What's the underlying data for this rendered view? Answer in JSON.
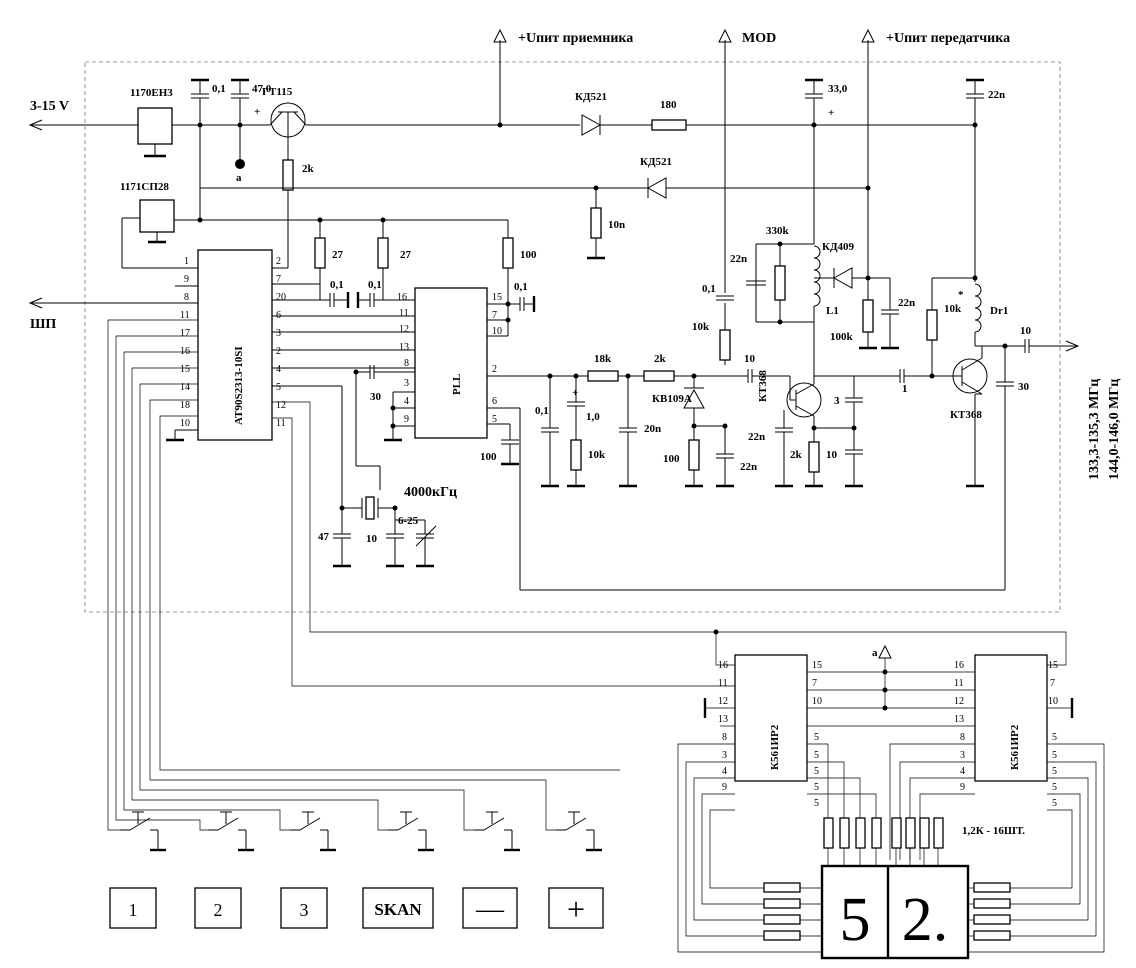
{
  "labels": {
    "rx_supply": "+Uпит  приемника",
    "mod": "MOD",
    "tx_supply": "+Uпит  передатчика",
    "input_voltage": "3-15 V",
    "regulator_1": "1170ЕН3",
    "regulator_2": "1171СП28",
    "transistor_1": "ГТ115",
    "test_point": "а",
    "shp": "ШП",
    "freq_rx": "133,3-135,3 МГц",
    "freq_tx": "144,0-146,0 МГц",
    "crystal": "4000кГц",
    "diode_1": "КД521",
    "diode_2": "КД521",
    "diode_3": "КД409",
    "varicap": "КВ109А",
    "transistor_2": "КТ368",
    "transistor_3": "КТ368",
    "inductor_l1": "L1",
    "choke": "Dr1",
    "resistor_array": "1,2К - 16ШТ.",
    "network_a": "а"
  },
  "mcu": {
    "name": "AT90S2313-10SI",
    "left_pins": [
      "1",
      "9",
      "8",
      "11",
      "17",
      "16",
      "15",
      "14",
      "18",
      "10"
    ],
    "right_pins": [
      "2",
      "7",
      "20",
      "6",
      "3",
      "2",
      "4",
      "5",
      "12",
      "11"
    ]
  },
  "pll": {
    "name": "PLL",
    "left_pins": [
      "16",
      "11",
      "12",
      "13",
      "8",
      "3",
      "4",
      "9"
    ],
    "right_pins": [
      "15",
      "7",
      "10",
      "2",
      "6",
      "5"
    ]
  },
  "shift_reg_1": {
    "name": "К561ИР2",
    "left_pins": [
      "16",
      "11",
      "12",
      "13",
      "8",
      "3",
      "4",
      "9"
    ],
    "right_pins": [
      "15",
      "7",
      "10",
      "5",
      "5",
      "5",
      "5",
      "5"
    ]
  },
  "shift_reg_2": {
    "name": "К561ИР2",
    "left_pins": [
      "16",
      "11",
      "12",
      "13",
      "8",
      "3",
      "4",
      "9"
    ],
    "right_pins": [
      "15",
      "7",
      "10",
      "5",
      "5",
      "5",
      "5",
      "5"
    ]
  },
  "components": {
    "c_01_a": "0,1",
    "c_47": "47,0",
    "r_2k_a": "2k",
    "r_180": "180",
    "c_33": "33,0",
    "c_22n_a": "22n",
    "r_27_a": "27",
    "r_27_b": "27",
    "c_01_b": "0,1",
    "c_01_c": "0,1",
    "r_100_a": "100",
    "c_01_d": "0,1",
    "r_10n": "10n",
    "r_330k": "330k",
    "c_22n_b": "22n",
    "c_01_e": "0,1",
    "r_10k_a": "10k",
    "r_10k_star": "10k",
    "star": "*",
    "r_100k": "100k",
    "c_22n_c": "22n",
    "c_10_a": "10",
    "c_10_b": "10",
    "c_1": "1",
    "c_3": "3",
    "c_10_c": "10",
    "r_2k_b": "2k",
    "c_22n_d": "22n",
    "c_22n_e": "22n",
    "c_30_a": "30",
    "r_18k": "18k",
    "r_2k_c": "2k",
    "c_01_f": "0,1",
    "c_1_0": "1,0",
    "plus_sign": "+",
    "r_10k_b": "10k",
    "c_20n": "20n",
    "r_100_b": "100",
    "c_100": "100",
    "c_30_b": "30",
    "c_47_b": "47",
    "c_10_d": "10",
    "c_6_25": "6-25"
  },
  "buttons": [
    "1",
    "2",
    "3",
    "SKAN",
    "—",
    "+"
  ],
  "display": {
    "digit_1": "5",
    "digit_2": "2."
  }
}
